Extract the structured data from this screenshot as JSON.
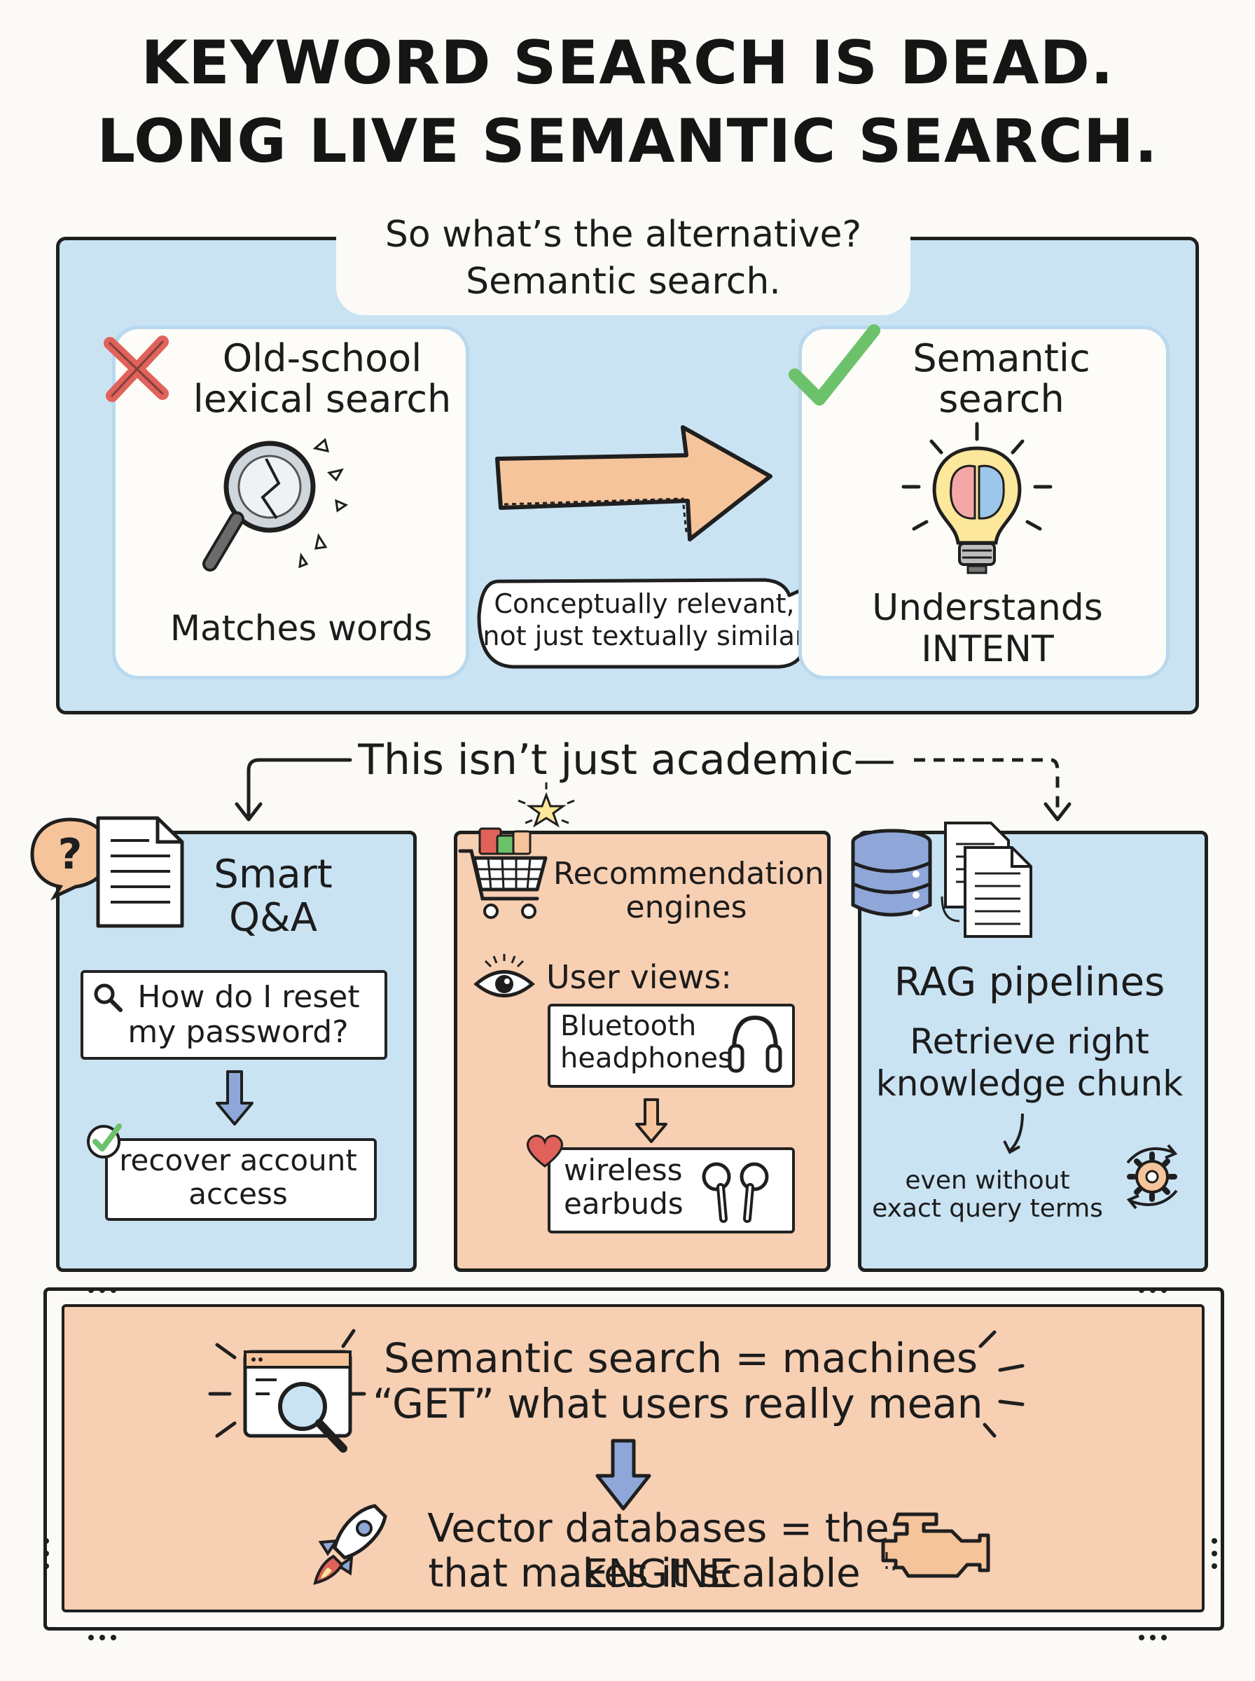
{
  "title": {
    "line1": "KEYWORD SEARCH IS DEAD.",
    "line2": "LONG LIVE SEMANTIC SEARCH."
  },
  "alternative": {
    "heading_line1": "So what’s the alternative?",
    "heading_line2": "Semantic search.",
    "old": {
      "title_line1": "Old-school",
      "title_line2": "lexical search",
      "caption": "Matches words",
      "icons": [
        "cross-icon",
        "broken-magnifier-icon"
      ]
    },
    "new": {
      "title_line1": "Semantic",
      "title_line2": "search",
      "caption_line1": "Understands",
      "caption_line2": "INTENT",
      "icons": [
        "checkmark-icon",
        "brain-lightbulb-icon"
      ]
    },
    "bubble_line1": "Conceptually relevant,",
    "bubble_line2": "not just textually similar"
  },
  "applications": {
    "heading": "This isn’t just academic—",
    "qa": {
      "title_line1": "Smart",
      "title_line2": "Q&A",
      "query_line1": "How do I reset",
      "query_line2": "my password?",
      "result_line1": "recover account",
      "result_line2": "access"
    },
    "rec": {
      "title_line1": "Recommendation",
      "title_line2": "engines",
      "views_label": "User views:",
      "viewed_line1": "Bluetooth",
      "viewed_line2": "headphones",
      "suggested_line1": "wireless",
      "suggested_line2": "earbuds"
    },
    "rag": {
      "title": "RAG pipelines",
      "body_line1": "Retrieve right",
      "body_line2": "knowledge chunk",
      "note_line1": "even without",
      "note_line2": "exact query terms"
    }
  },
  "conclusion": {
    "line1": "Semantic search = machines",
    "line2": "“GET” what users really mean",
    "line3": "Vector databases = the ENGINE",
    "line4": "that makes it scalable"
  },
  "colors": {
    "blue_wash": "#c9e3f3",
    "peach_wash": "#f7cfb2",
    "ink": "#1f1f1f",
    "cross_red": "#e0625a",
    "check_green": "#6cc26b",
    "arrow_orange": "#f6c49a",
    "arrow_blue": "#8fa7d8"
  }
}
